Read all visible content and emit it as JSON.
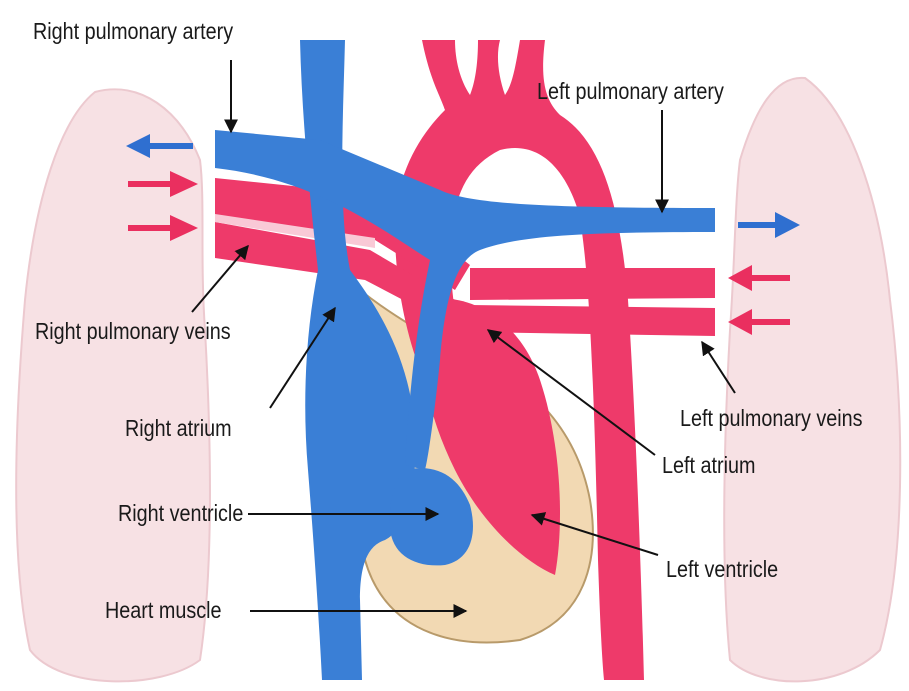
{
  "colors": {
    "artery": "#ee3a6a",
    "vein": "#3a7fd6",
    "muscle": "#f2d9b3",
    "muscle_edge": "#b89a6a",
    "lung": "#f7e1e4",
    "flow_blue": "#2f6fd0",
    "flow_red": "#ea2f5f",
    "leader": "#111111"
  },
  "labels": {
    "right_pulmonary_artery": "Right pulmonary artery",
    "left_pulmonary_artery": "Left pulmonary artery",
    "right_pulmonary_veins": "Right pulmonary veins",
    "left_pulmonary_veins": "Left pulmonary veins",
    "right_atrium": "Right atrium",
    "left_atrium": "Left atrium",
    "right_ventricle": "Right ventricle",
    "left_ventricle": "Left ventricle",
    "heart_muscle": "Heart muscle"
  }
}
